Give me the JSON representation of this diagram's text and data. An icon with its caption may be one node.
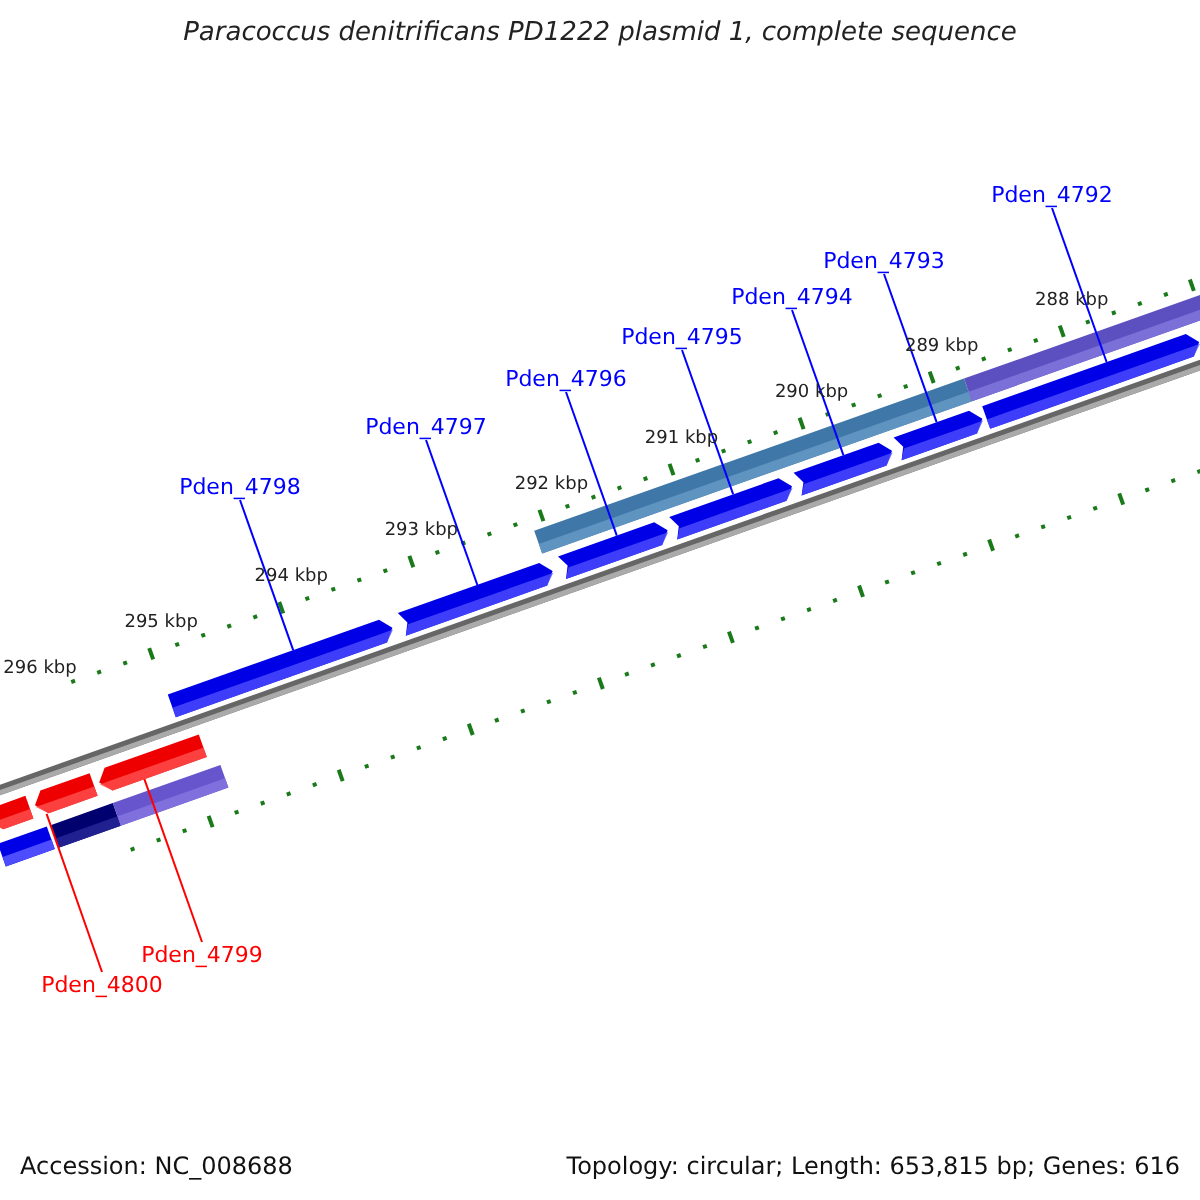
{
  "diagram": {
    "title": "Paracoccus denitrificans PD1222 plasmid 1, complete sequence",
    "nodes": [
      {
        "text": [
          "Pden_4798"
        ]
      },
      {
        "text": [
          "Pden_4797"
        ]
      },
      {
        "text": [
          "Pden_4796"
        ]
      },
      {
        "text": [
          "Pden_4795"
        ]
      },
      {
        "text": [
          "Pden_4794"
        ]
      },
      {
        "text": [
          "Pden_4793"
        ]
      },
      {
        "text": [
          "Pden_4792"
        ]
      },
      {
        "text": [
          "Pden_4800"
        ]
      },
      {
        "text": [
          "Pden_4799"
        ]
      },
      {
        "text": [],
        "shape": "bar"
      },
      {
        "text": [],
        "shape": "bar"
      },
      {
        "text": [],
        "shape": "bar"
      },
      {
        "text": [],
        "shape": "bar"
      },
      {
        "text": [],
        "shape": "bar"
      },
      {
        "text": [],
        "shape": "bar"
      },
      {
        "text": [],
        "shape": "bar"
      },
      {
        "text": [],
        "shape": "bar"
      },
      {
        "text": [],
        "shape": "bar"
      },
      {
        "text": [],
        "shape": "bar"
      }
    ],
    "edges": [
      {
        "from": 0,
        "to": 9,
        "arrow": "none"
      },
      {
        "from": 1,
        "to": 10,
        "arrow": "none"
      },
      {
        "from": 2,
        "to": 11,
        "arrow": "none"
      },
      {
        "from": 3,
        "to": 12,
        "arrow": "none"
      },
      {
        "from": 4,
        "to": 13,
        "arrow": "none"
      },
      {
        "from": 5,
        "to": 14,
        "arrow": "none"
      },
      {
        "from": 6,
        "to": 15,
        "arrow": "none"
      },
      {
        "from": 7,
        "to": 17,
        "arrow": "none",
        "color": "#ff0000"
      },
      {
        "from": 8,
        "to": 18,
        "arrow": "none",
        "color": "#ff0000"
      }
    ],
    "labels": [
      "296 kbp",
      "295 kbp",
      "294 kbp",
      "293 kbp",
      "292 kbp",
      "291 kbp",
      "290 kbp",
      "289 kbp",
      "288 kbp",
      "Accession: NC_008688",
      "Topology: circular; Length: 653,815 bp; Genes: 616"
    ]
  }
}
